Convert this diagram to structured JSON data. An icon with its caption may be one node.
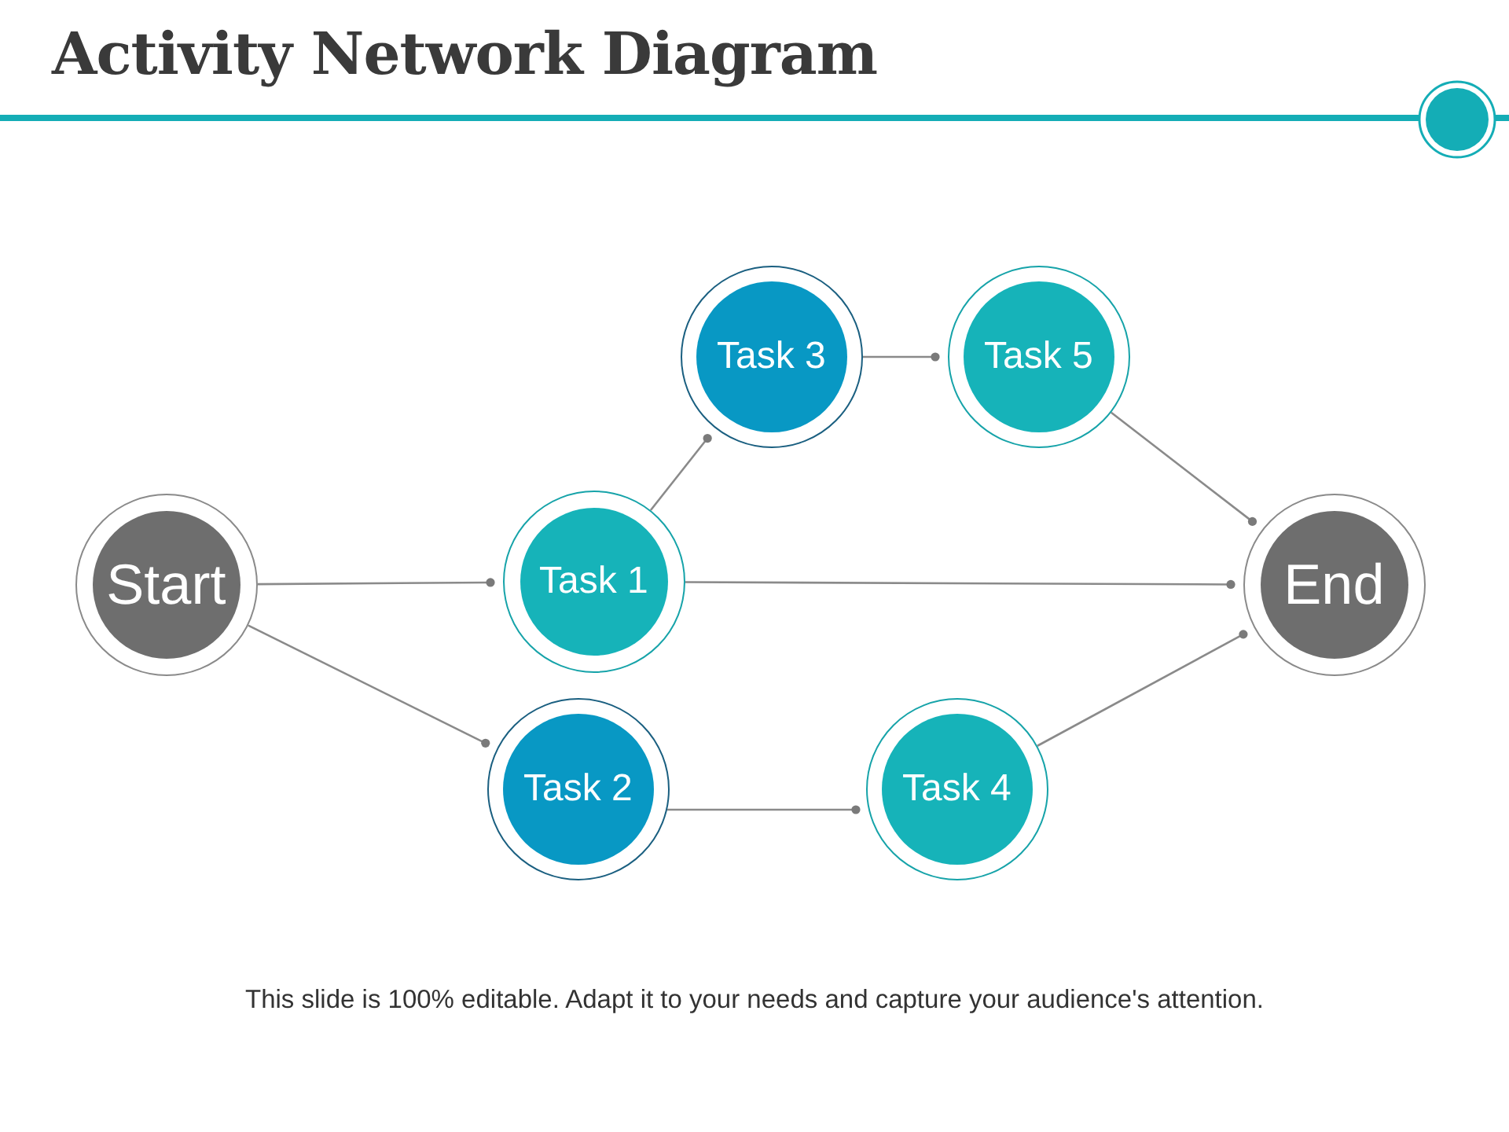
{
  "diagram": {
    "title": "Activity Network Diagram",
    "caption": "This slide is 100% editable. Adapt it to your needs and capture your audience's attention.",
    "nodes": [
      {
        "text": [
          "Start"
        ]
      },
      {
        "text": [
          "Task 1"
        ]
      },
      {
        "text": [
          "Task 2"
        ]
      },
      {
        "text": [
          "Task 3"
        ]
      },
      {
        "text": [
          "Task 4"
        ]
      },
      {
        "text": [
          "Task 5"
        ]
      },
      {
        "text": [
          "End"
        ]
      }
    ],
    "edges": [
      {
        "from": 0,
        "to": 1,
        "arrow": "other"
      },
      {
        "from": 0,
        "to": 2,
        "arrow": "other"
      },
      {
        "from": 1,
        "to": 3,
        "arrow": "other"
      },
      {
        "from": 1,
        "to": 6,
        "arrow": "other"
      },
      {
        "from": 3,
        "to": 5,
        "arrow": "other"
      },
      {
        "from": 2,
        "to": 4,
        "arrow": "other"
      },
      {
        "from": 5,
        "to": 6,
        "arrow": "other"
      },
      {
        "from": 4,
        "to": 6,
        "arrow": "other"
      }
    ]
  }
}
